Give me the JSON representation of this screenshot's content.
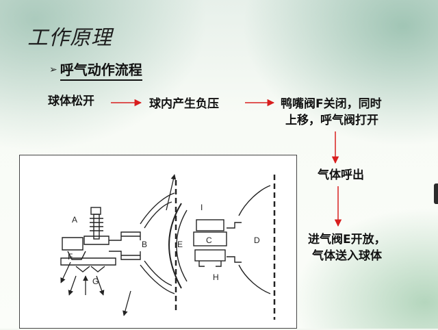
{
  "slide": {
    "title": "工作原理",
    "subtitle": "呼气动作流程",
    "bullet": "➢"
  },
  "flow": {
    "step1": "球体松开",
    "step2": "球内产生负压",
    "step3_line1": "鸭嘴阀F关闭，同时",
    "step3_line2": "上移，呼气阀打开",
    "step4": "气体呼出",
    "step5_line1": "进气阀E开放，",
    "step5_line2": "气体送入球体"
  },
  "diagram": {
    "labels": {
      "A": "A",
      "B": "B",
      "C": "C",
      "D": "D",
      "E": "E",
      "F": "F",
      "G": "G",
      "H": "H",
      "I": "I"
    }
  },
  "colors": {
    "arrow": "#d81e1e",
    "text": "#111111"
  }
}
